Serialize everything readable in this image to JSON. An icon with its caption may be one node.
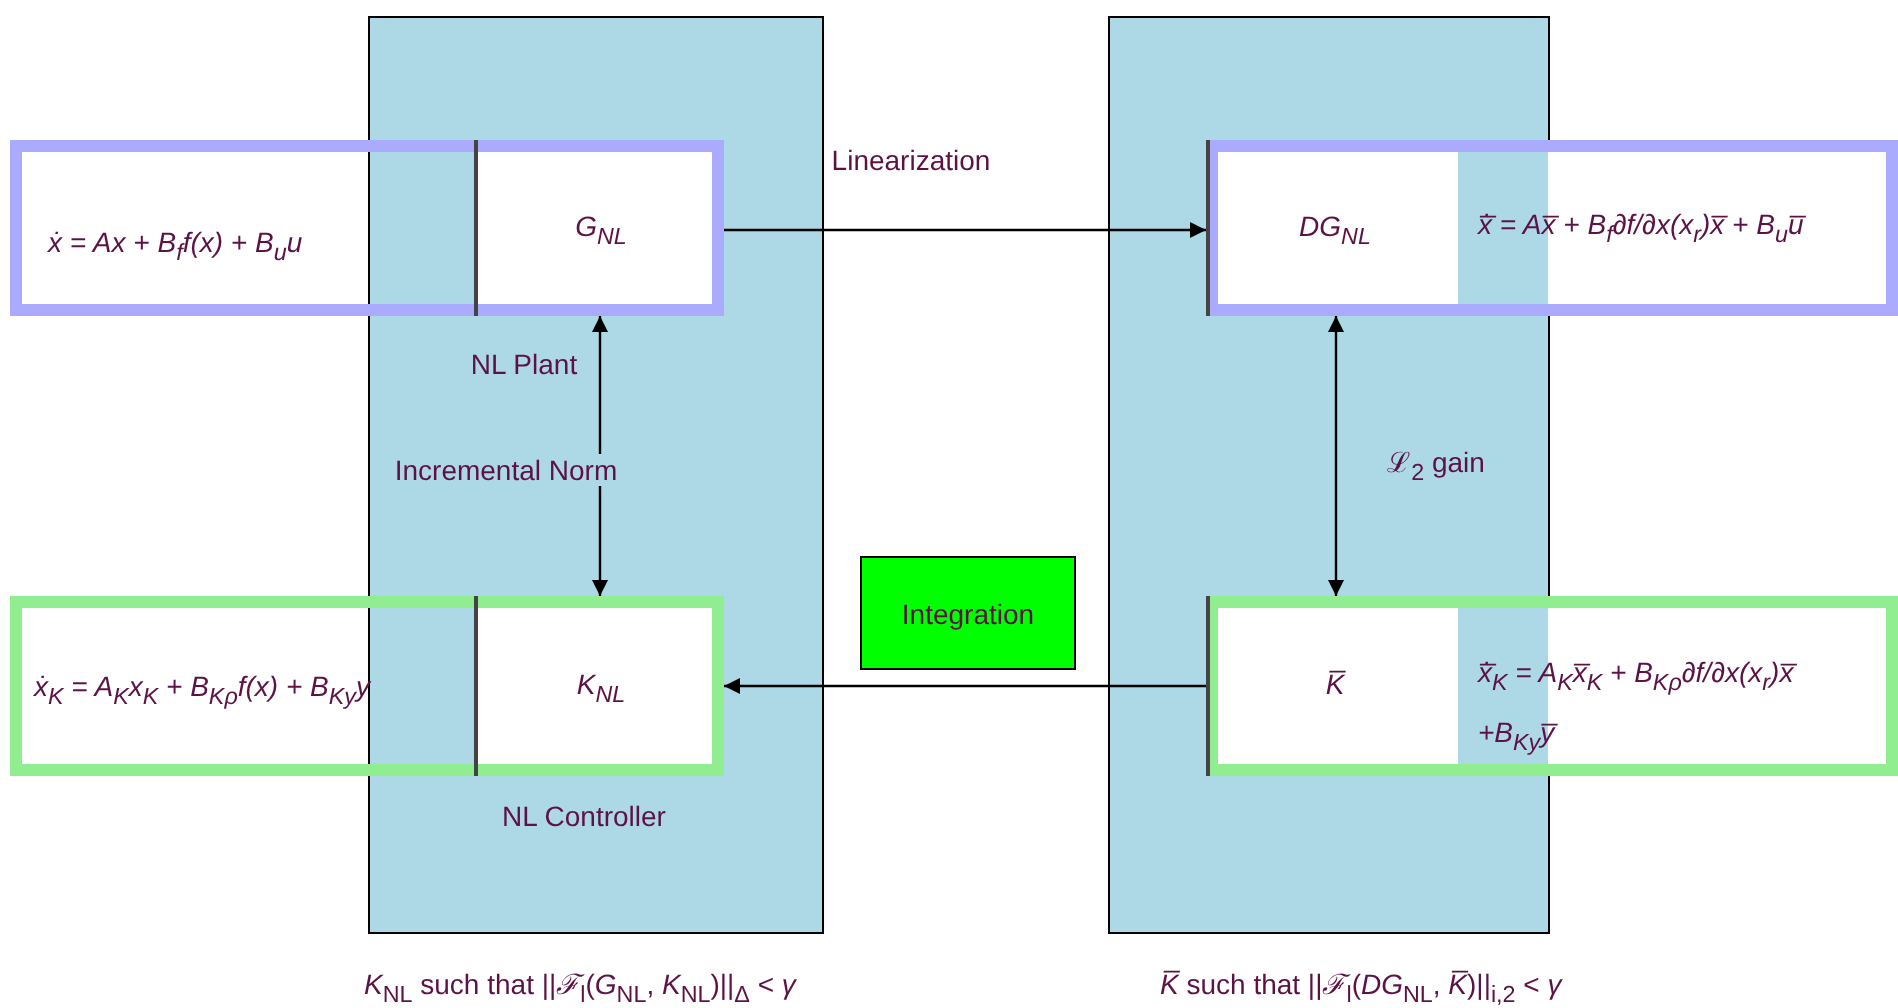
{
  "diagram": {
    "nodes": [
      {
        "text": [
          "ẋ = Ax + B$_{f}$f(x) + B$_{u}$u"
        ]
      },
      {
        "text": [
          "G$_{NL}$"
        ],
        "in": 0
      },
      {
        "text": [
          "ẋ̅ = Ax̅ + B$_{f}$∂f/∂x(x$_{r}$)x̅ + B$_{u}$u̅"
        ]
      },
      {
        "text": [
          "DG$_{NL}$"
        ],
        "in": 2
      },
      {
        "text": [
          "Integration"
        ]
      },
      {
        "text": [
          "ẋ$_{K}$ = A$_{K}$x$_{K}$ + B$_{Kρ}$f(x) + B$_{Ky}$y"
        ]
      },
      {
        "text": [
          "K$_{NL}$"
        ],
        "in": 5
      },
      {
        "text": [
          "ẋ̅$_{K}$ = A$_{K}$x̅$_{K}$ + B$_{Kρ}$∂f/∂x(x$_{r}$)x̅ +B$_{Ky}$y̅"
        ]
      },
      {
        "text": [
          "K̅"
        ],
        "in": 7
      }
    ],
    "edges": [
      {
        "from": 1,
        "to": 3,
        "arrow": "to",
        "label": "Linearization"
      },
      {
        "from": 1,
        "to": 6,
        "arrow": "both",
        "label": "Incremental Norm"
      },
      {
        "from": 3,
        "to": 8,
        "arrow": "both",
        "label": "ℒ$_{2}$ gain"
      },
      {
        "from": 8,
        "to": 6,
        "arrow": "to"
      }
    ],
    "labels": [
      "NL Plant",
      "NL Controller",
      "*K*$_{NL}$ such that ||*ℱ*$_{l}$(*G*$_{NL}$, *K*$_{NL}$)||$_{Δ}$ < *γ*",
      "*K̅* such that ||*ℱ*$_{l}$(*DG*$_{NL}$, *K̅*)||$_{i,2}$ < *γ*"
    ]
  }
}
